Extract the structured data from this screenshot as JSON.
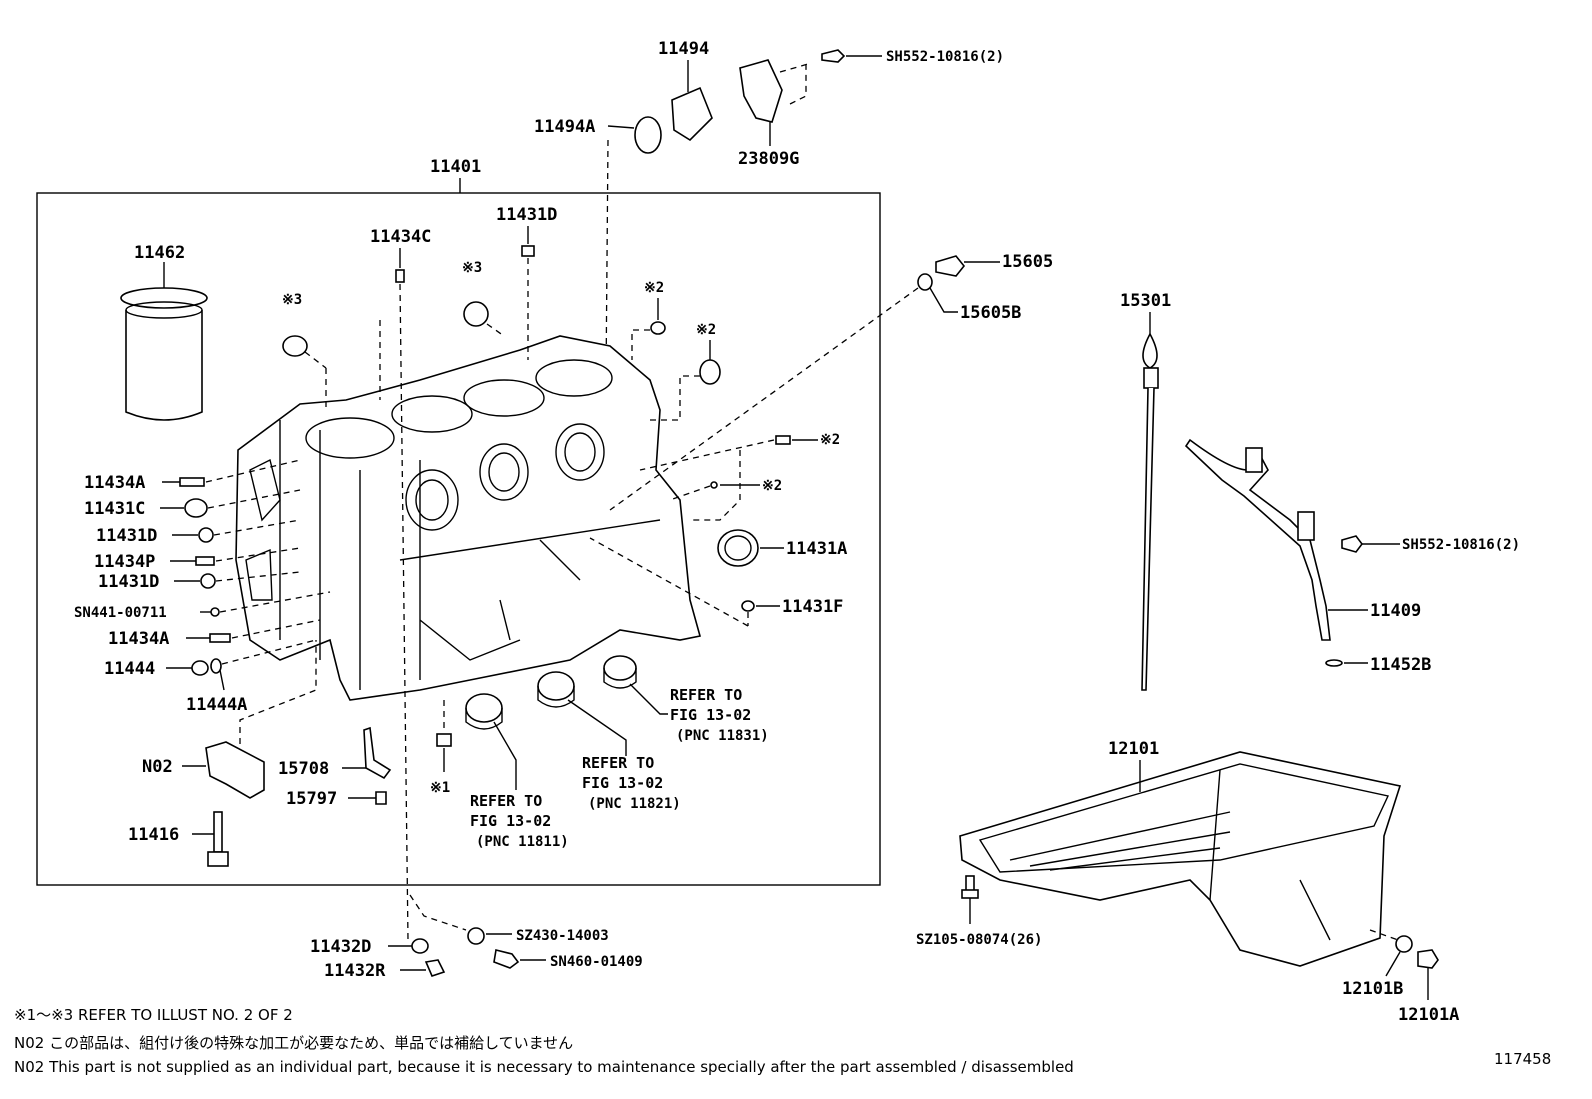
{
  "labels": {
    "p11494": "11494",
    "p11494a": "11494A",
    "p23809g": "23809G",
    "sh552_top": "SH552-10816(2)",
    "p11401": "11401",
    "p11462": "11462",
    "p11431d_top": "11431D",
    "p11434c": "11434C",
    "m3a": "※3",
    "m3b": "※3",
    "m2a": "※2",
    "m2b": "※2",
    "m2c": "※2",
    "m2d": "※2",
    "m1": "※1",
    "p15605": "15605",
    "p15605b": "15605B",
    "p15301": "15301",
    "p11434a_1": "11434A",
    "p11431c": "11431C",
    "p11431d_1": "11431D",
    "p11434p": "11434P",
    "p11431d_2": "11431D",
    "sn441": "SN441-00711",
    "p11434a_2": "11434A",
    "p11444": "11444",
    "p11444a": "11444A",
    "p11431a": "11431A",
    "p11431f": "11431F",
    "sh552_right": "SH552-10816(2)",
    "p11409": "11409",
    "p11452b": "11452B",
    "n02": "N02",
    "p15708": "15708",
    "p15797": "15797",
    "p11416": "11416",
    "p12101": "12101",
    "sz105": "SZ105-08074(26)",
    "p11432d": "11432D",
    "p11432r": "11432R",
    "sz430": "SZ430-14003",
    "sn460": "SN460-01409",
    "p12101b": "12101B",
    "p12101a": "12101A"
  },
  "refs": {
    "r1": {
      "l1": "REFER TO",
      "l2": "FIG 13-02",
      "l3": "(PNC 11811)"
    },
    "r2": {
      "l1": "REFER TO",
      "l2": "FIG 13-02",
      "l3": "(PNC 11821)"
    },
    "r3": {
      "l1": "REFER TO",
      "l2": "FIG 13-02",
      "l3": "(PNC 11831)"
    }
  },
  "footer": {
    "note1": "※1～※3  REFER TO ILLUST NO. 2 OF 2",
    "note2": "N02  この部品は、組付け後の特殊な加工が必要なため、単品では補給していません",
    "note3": "N02  This part is not supplied as an individual part, because it is necessary to maintenance specially after the part assembled / disassembled",
    "illust_no": "117458"
  }
}
